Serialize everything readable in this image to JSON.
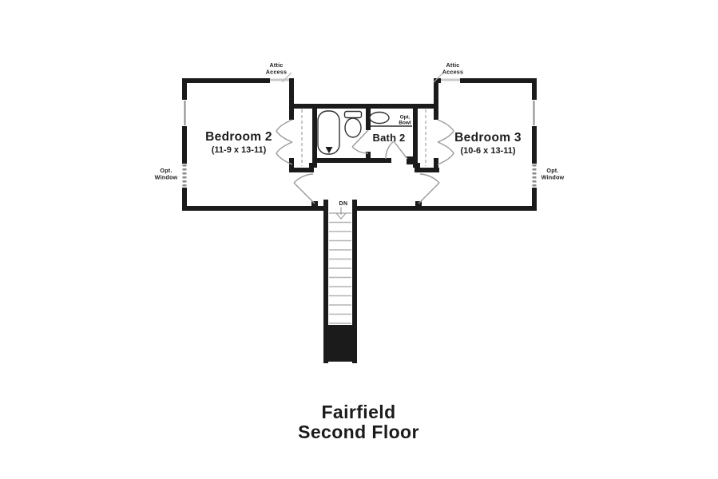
{
  "title": {
    "line1": "Fairfield",
    "line2": "Second Floor"
  },
  "rooms": {
    "bedroom2": {
      "name": "Bedroom 2",
      "dimensions": "(11-9 x 13-11)"
    },
    "bedroom3": {
      "name": "Bedroom 3",
      "dimensions": "(10-6 x 13-11)"
    },
    "bath2": {
      "name": "Bath 2"
    }
  },
  "annotations": {
    "attic_access": {
      "line1": "Attic",
      "line2": "Access"
    },
    "opt_window": {
      "line1": "Opt.",
      "line2": "Window"
    },
    "opt_bowl": {
      "line1": "Opt.",
      "line2": "Bowl"
    },
    "stair_direction": "DN"
  },
  "icons": {
    "bathtub": "rounded-rect-with-drain-triangle",
    "toilet": "tank-and-oval-bowl",
    "sink": "oval-basin-in-counter",
    "bifold_door": "double-chevron",
    "door_swing": "quarter-arc-with-leaf",
    "stairs": "parallel-treads-with-landing",
    "window": "thin-line-in-wall-gap",
    "opt_window": "dashed-hatch-in-wall-gap",
    "attic_opening": "light-band-in-wall"
  },
  "colors": {
    "background": "#ffffff",
    "wall": "#1b1b1b",
    "door_swing": "#9b9b9b",
    "stair_tread": "#b3b3b3",
    "fixture_outline": "#2f2f2f",
    "window": "#8a8a8a",
    "attic_opening": "#c9c9c9",
    "text": "#1b1b1b"
  }
}
